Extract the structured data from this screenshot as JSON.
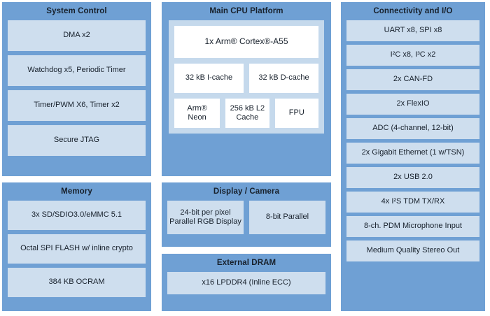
{
  "colors": {
    "panel_blue": "#6fa0d4",
    "cell_blue": "#cedeee",
    "cpu_inner_blue": "#c5d9ec",
    "cpu_box_white": "#ffffff",
    "text_dark": "#17202b",
    "background": "#ffffff"
  },
  "panels": {
    "system_control": {
      "title": "System Control",
      "items": [
        "DMA x2",
        "Watchdog x5, Periodic Timer",
        "Timer/PWM X6, Timer x2",
        "Secure JTAG"
      ]
    },
    "memory": {
      "title": "Memory",
      "items": [
        "3x SD/SDIO3.0/eMMC 5.1",
        "Octal SPI FLASH w/ inline crypto",
        "384 KB OCRAM"
      ]
    },
    "main_cpu_platform": {
      "title": "Main CPU Platform",
      "core": "1x Arm® Cortex®-A55",
      "caches": [
        "32 kB I-cache",
        "32 kB D-cache"
      ],
      "units": [
        "Arm® Neon",
        "256 kB L2 Cache",
        "FPU"
      ]
    },
    "display_camera": {
      "title": "Display / Camera",
      "items": [
        "24-bit per pixel Parallel RGB Display",
        "8-bit Parallel"
      ]
    },
    "external_dram": {
      "title": "External DRAM",
      "items": [
        "x16 LPDDR4 (Inline ECC)"
      ]
    },
    "connectivity_io": {
      "title": "Connectivity and I/O",
      "items": [
        "UART x8, SPI x8",
        "I²C x8, I³C x2",
        "2x CAN-FD",
        "2x FlexIO",
        "ADC (4-channel, 12-bit)",
        "2x Gigabit Ethernet (1 w/TSN)",
        "2x USB 2.0",
        "4x I²S TDM TX/RX",
        "8-ch. PDM Microphone Input",
        "Medium Quality Stereo Out"
      ]
    }
  }
}
